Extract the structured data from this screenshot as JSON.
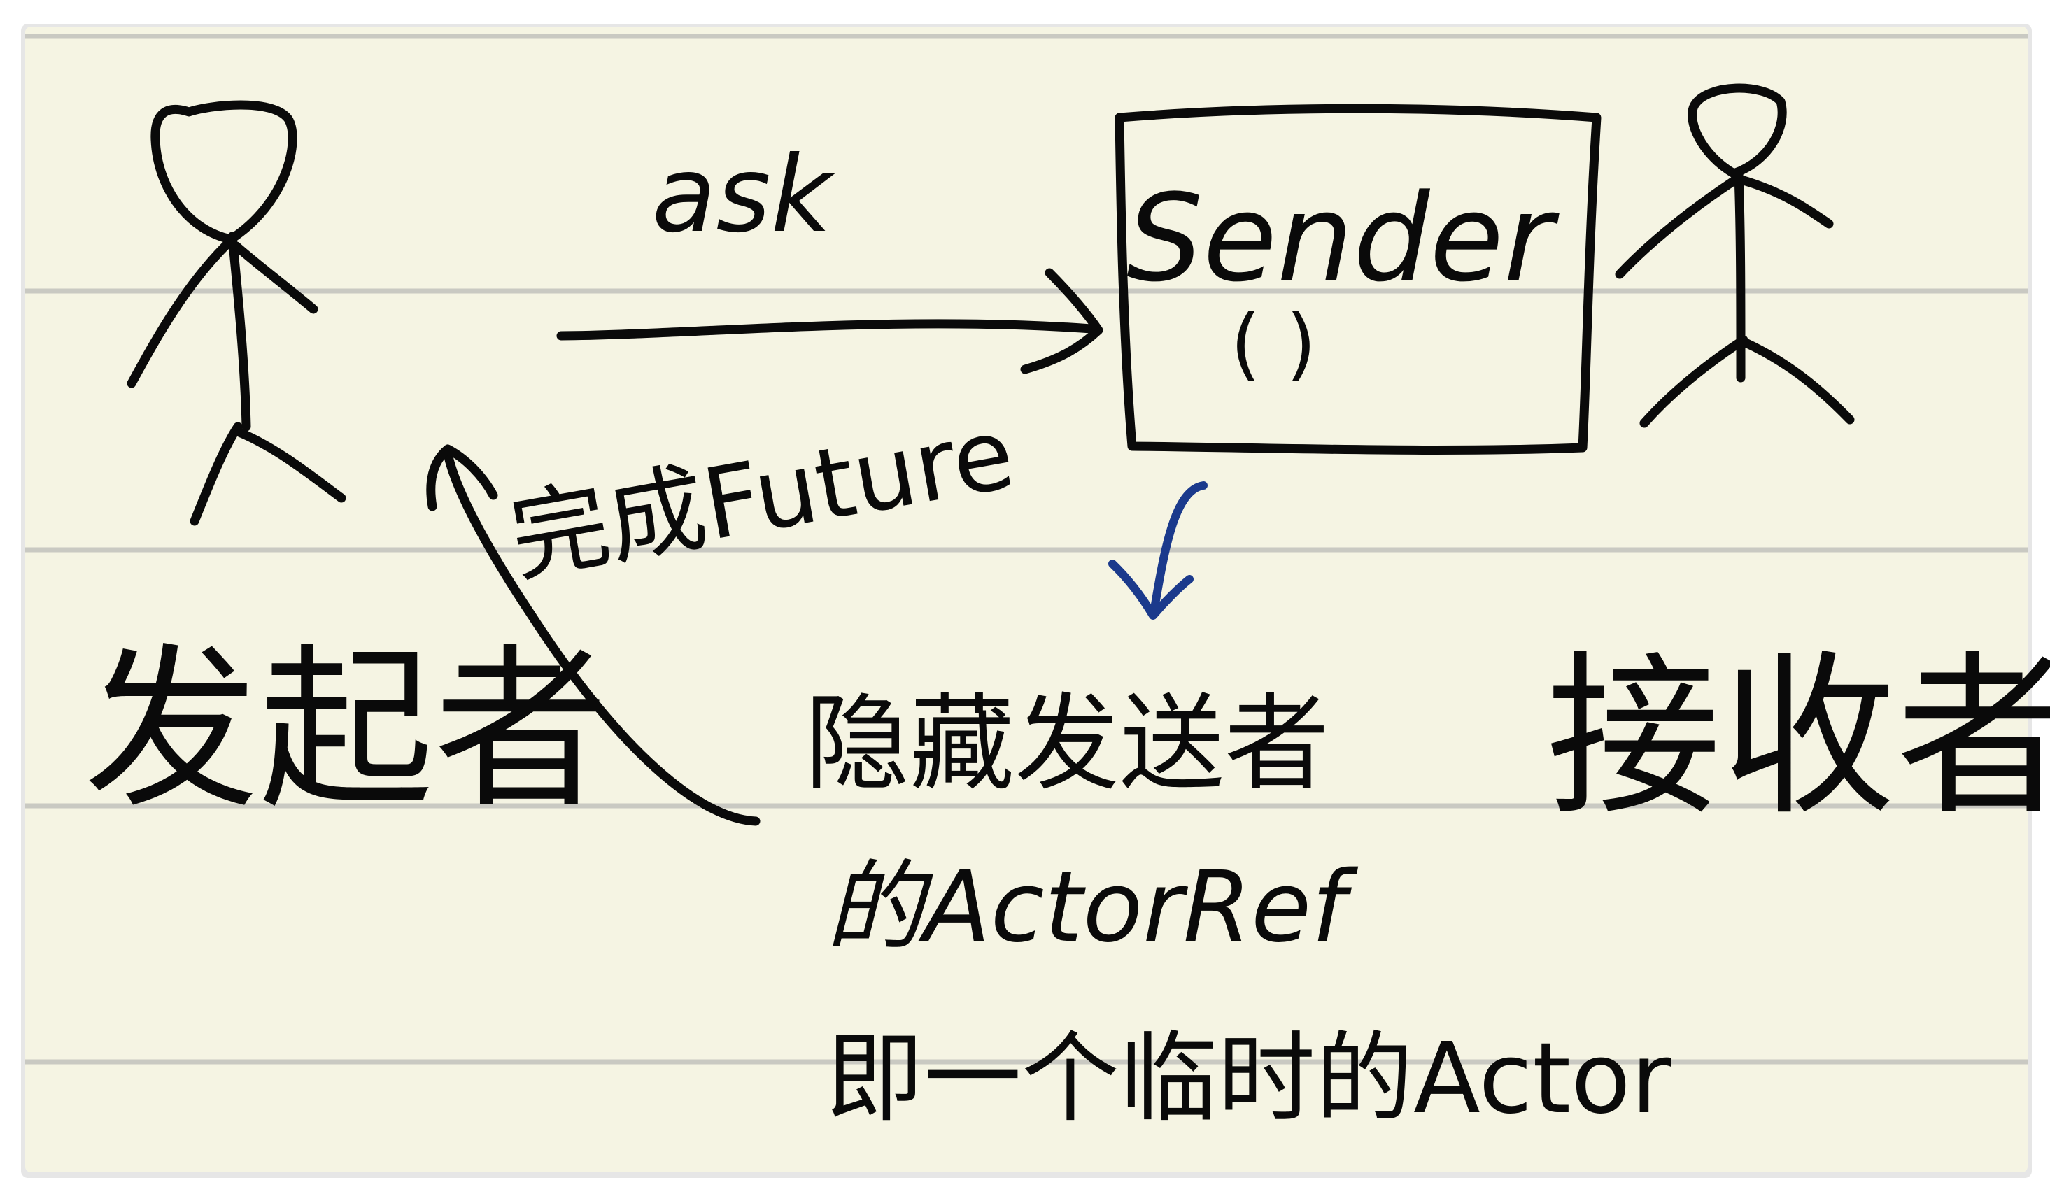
{
  "colors": {
    "paper": "#f5f4e3",
    "rule_line": "#c9c9c2",
    "ink": "#0a0a0a",
    "accent_ink": "#1b3a8c",
    "shadow": "#e6e6e6"
  },
  "diagram": {
    "arrow_label": "ask",
    "sender_box_label": "Sender",
    "sender_box_sublabel": "( )",
    "return_label": "完成Future",
    "initiator_label": "发起者",
    "receiver_label": "接收者",
    "note_lines": [
      "隐藏发送者",
      "的ActorRef",
      "即一个临时的Actor"
    ]
  },
  "icons": {
    "initiator": "stick-figure-icon",
    "receiver": "stick-figure-icon",
    "blue_arrow": "arrow-down-icon"
  }
}
